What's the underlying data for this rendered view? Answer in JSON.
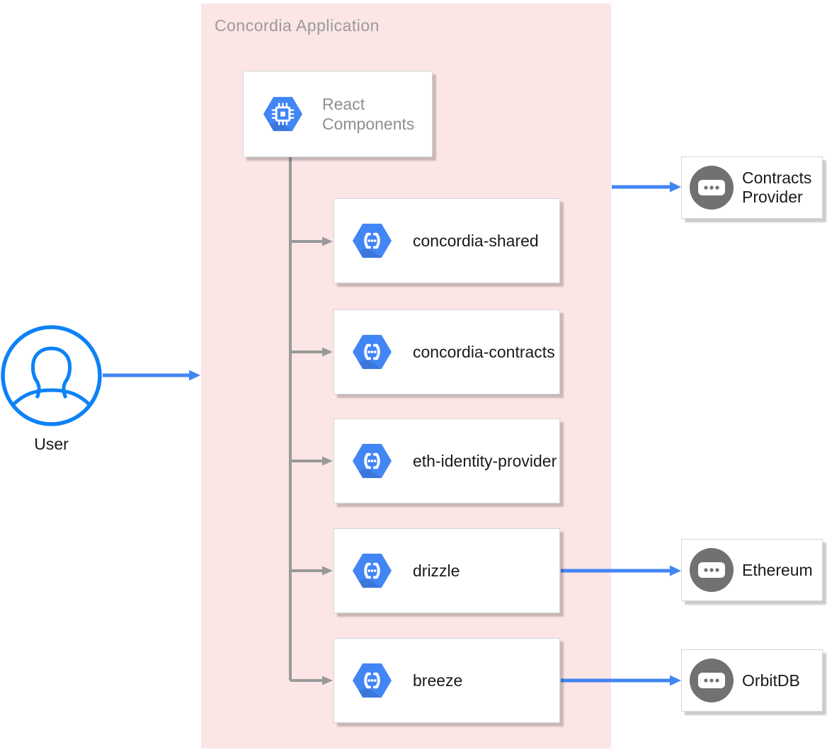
{
  "title": "Concordia Application",
  "user": {
    "label": "User",
    "icon": "person-circle-icon"
  },
  "react_components": {
    "label": "React Components",
    "icon": "chip-hexagon-icon"
  },
  "components": [
    {
      "label": "concordia-shared",
      "icon": "code-hexagon-icon"
    },
    {
      "label": "concordia-contracts",
      "icon": "code-hexagon-icon"
    },
    {
      "label": "eth-identity-provider",
      "icon": "code-hexagon-icon"
    },
    {
      "label": "drizzle",
      "icon": "code-hexagon-icon"
    },
    {
      "label": "breeze",
      "icon": "code-hexagon-icon"
    }
  ],
  "externals": [
    {
      "label": "Contracts Provider",
      "icon": "dots-circle-icon"
    },
    {
      "label": "Ethereum",
      "icon": "dots-circle-icon"
    },
    {
      "label": "OrbitDB",
      "icon": "dots-circle-icon"
    }
  ],
  "edges": [
    {
      "from": "User",
      "to": "Concordia Application",
      "style": "blue-arrow"
    },
    {
      "from": "Concordia Application",
      "to": "Contracts Provider",
      "style": "blue-arrow"
    },
    {
      "from": "React Components",
      "to": "concordia-shared",
      "style": "gray-arrow"
    },
    {
      "from": "React Components",
      "to": "concordia-contracts",
      "style": "gray-arrow"
    },
    {
      "from": "React Components",
      "to": "eth-identity-provider",
      "style": "gray-arrow"
    },
    {
      "from": "React Components",
      "to": "drizzle",
      "style": "gray-arrow"
    },
    {
      "from": "React Components",
      "to": "breeze",
      "style": "gray-arrow"
    },
    {
      "from": "drizzle",
      "to": "Ethereum",
      "style": "blue-arrow"
    },
    {
      "from": "breeze",
      "to": "OrbitDB",
      "style": "blue-arrow"
    }
  ],
  "colors": {
    "arrow_blue": "#4285f4",
    "user_blue": "#0d82f7",
    "connector_gray": "#999999",
    "container_pink": "#fce5e5",
    "hexagon_blue": "#4285f4",
    "circle_gray": "#717171",
    "box_border": "#d6d6d6",
    "text_dark": "#1a1a1a",
    "text_gray": "#8f8f8f",
    "title_gray": "#9a9a9a"
  }
}
